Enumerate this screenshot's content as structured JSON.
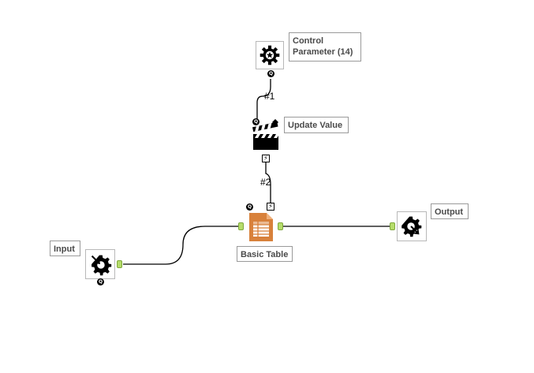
{
  "window": {
    "title": ""
  },
  "colors": {
    "anchor_fill": "#b5dc6a",
    "table_tool_orange": "#d8813b",
    "connection_line": "#000000"
  },
  "tools": {
    "control_parameter": {
      "label": "Control\nParameter (14)",
      "icon": "gear-icon",
      "badge": "Q"
    },
    "update_value": {
      "label": "Update Value",
      "icon": "clapperboard-icon",
      "badge": "Q"
    },
    "basic_table": {
      "label": "Basic Table",
      "icon": "table-icon",
      "badge": "Q",
      "bolt": "⚡"
    },
    "input": {
      "label": "Input",
      "icon": "macro-input-icon",
      "badge": "Q"
    },
    "output": {
      "label": "Output",
      "icon": "macro-output-icon"
    }
  },
  "connections": [
    {
      "from": "control_parameter",
      "to": "update_value",
      "label": "#1"
    },
    {
      "from": "update_value",
      "to": "basic_table",
      "label": "#2",
      "bolt": "⚡"
    },
    {
      "from": "input",
      "to": "basic_table",
      "label": ""
    },
    {
      "from": "basic_table",
      "to": "output",
      "label": ""
    }
  ]
}
